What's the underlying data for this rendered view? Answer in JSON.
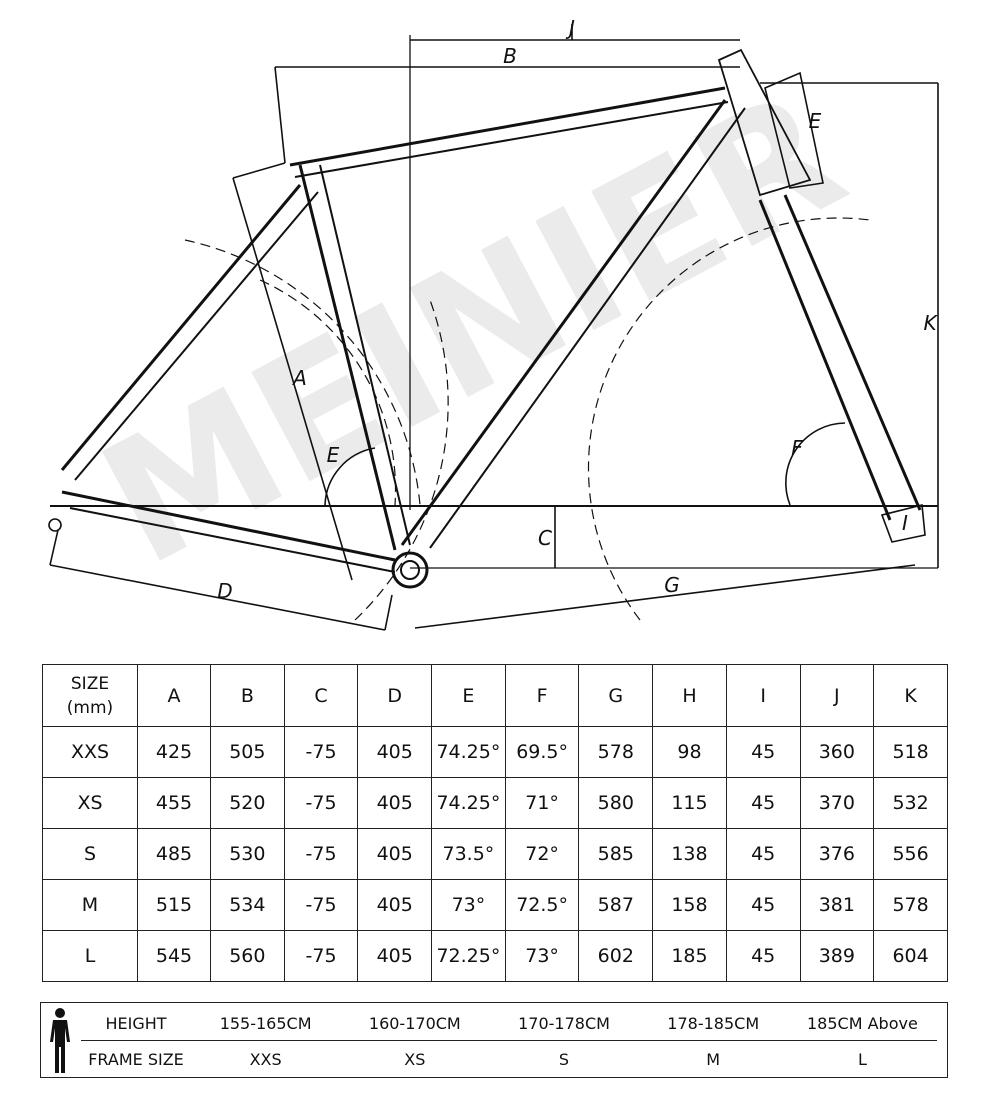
{
  "diagram": {
    "watermark": "MEINIER",
    "labels": [
      "A",
      "B",
      "C",
      "D",
      "E",
      "F",
      "G",
      "I",
      "J",
      "K",
      "E"
    ]
  },
  "geometry_table": {
    "size_header": [
      "SIZE",
      "(mm)"
    ],
    "columns": [
      "A",
      "B",
      "C",
      "D",
      "E",
      "F",
      "G",
      "H",
      "I",
      "J",
      "K"
    ],
    "rows": [
      {
        "size": "XXS",
        "values": [
          "425",
          "505",
          "-75",
          "405",
          "74.25°",
          "69.5°",
          "578",
          "98",
          "45",
          "360",
          "518"
        ]
      },
      {
        "size": "XS",
        "values": [
          "455",
          "520",
          "-75",
          "405",
          "74.25°",
          "71°",
          "580",
          "115",
          "45",
          "370",
          "532"
        ]
      },
      {
        "size": "S",
        "values": [
          "485",
          "530",
          "-75",
          "405",
          "73.5°",
          "72°",
          "585",
          "138",
          "45",
          "376",
          "556"
        ]
      },
      {
        "size": "M",
        "values": [
          "515",
          "534",
          "-75",
          "405",
          "73°",
          "72.5°",
          "587",
          "158",
          "45",
          "381",
          "578"
        ]
      },
      {
        "size": "L",
        "values": [
          "545",
          "560",
          "-75",
          "405",
          "72.25°",
          "73°",
          "602",
          "185",
          "45",
          "389",
          "604"
        ]
      }
    ]
  },
  "size_guide": {
    "height_label": "HEIGHT",
    "frame_label": "FRAME SIZE",
    "heights": [
      "155-165CM",
      "160-170CM",
      "170-178CM",
      "178-185CM",
      "185CM Above"
    ],
    "frames": [
      "XXS",
      "XS",
      "S",
      "M",
      "L"
    ]
  }
}
